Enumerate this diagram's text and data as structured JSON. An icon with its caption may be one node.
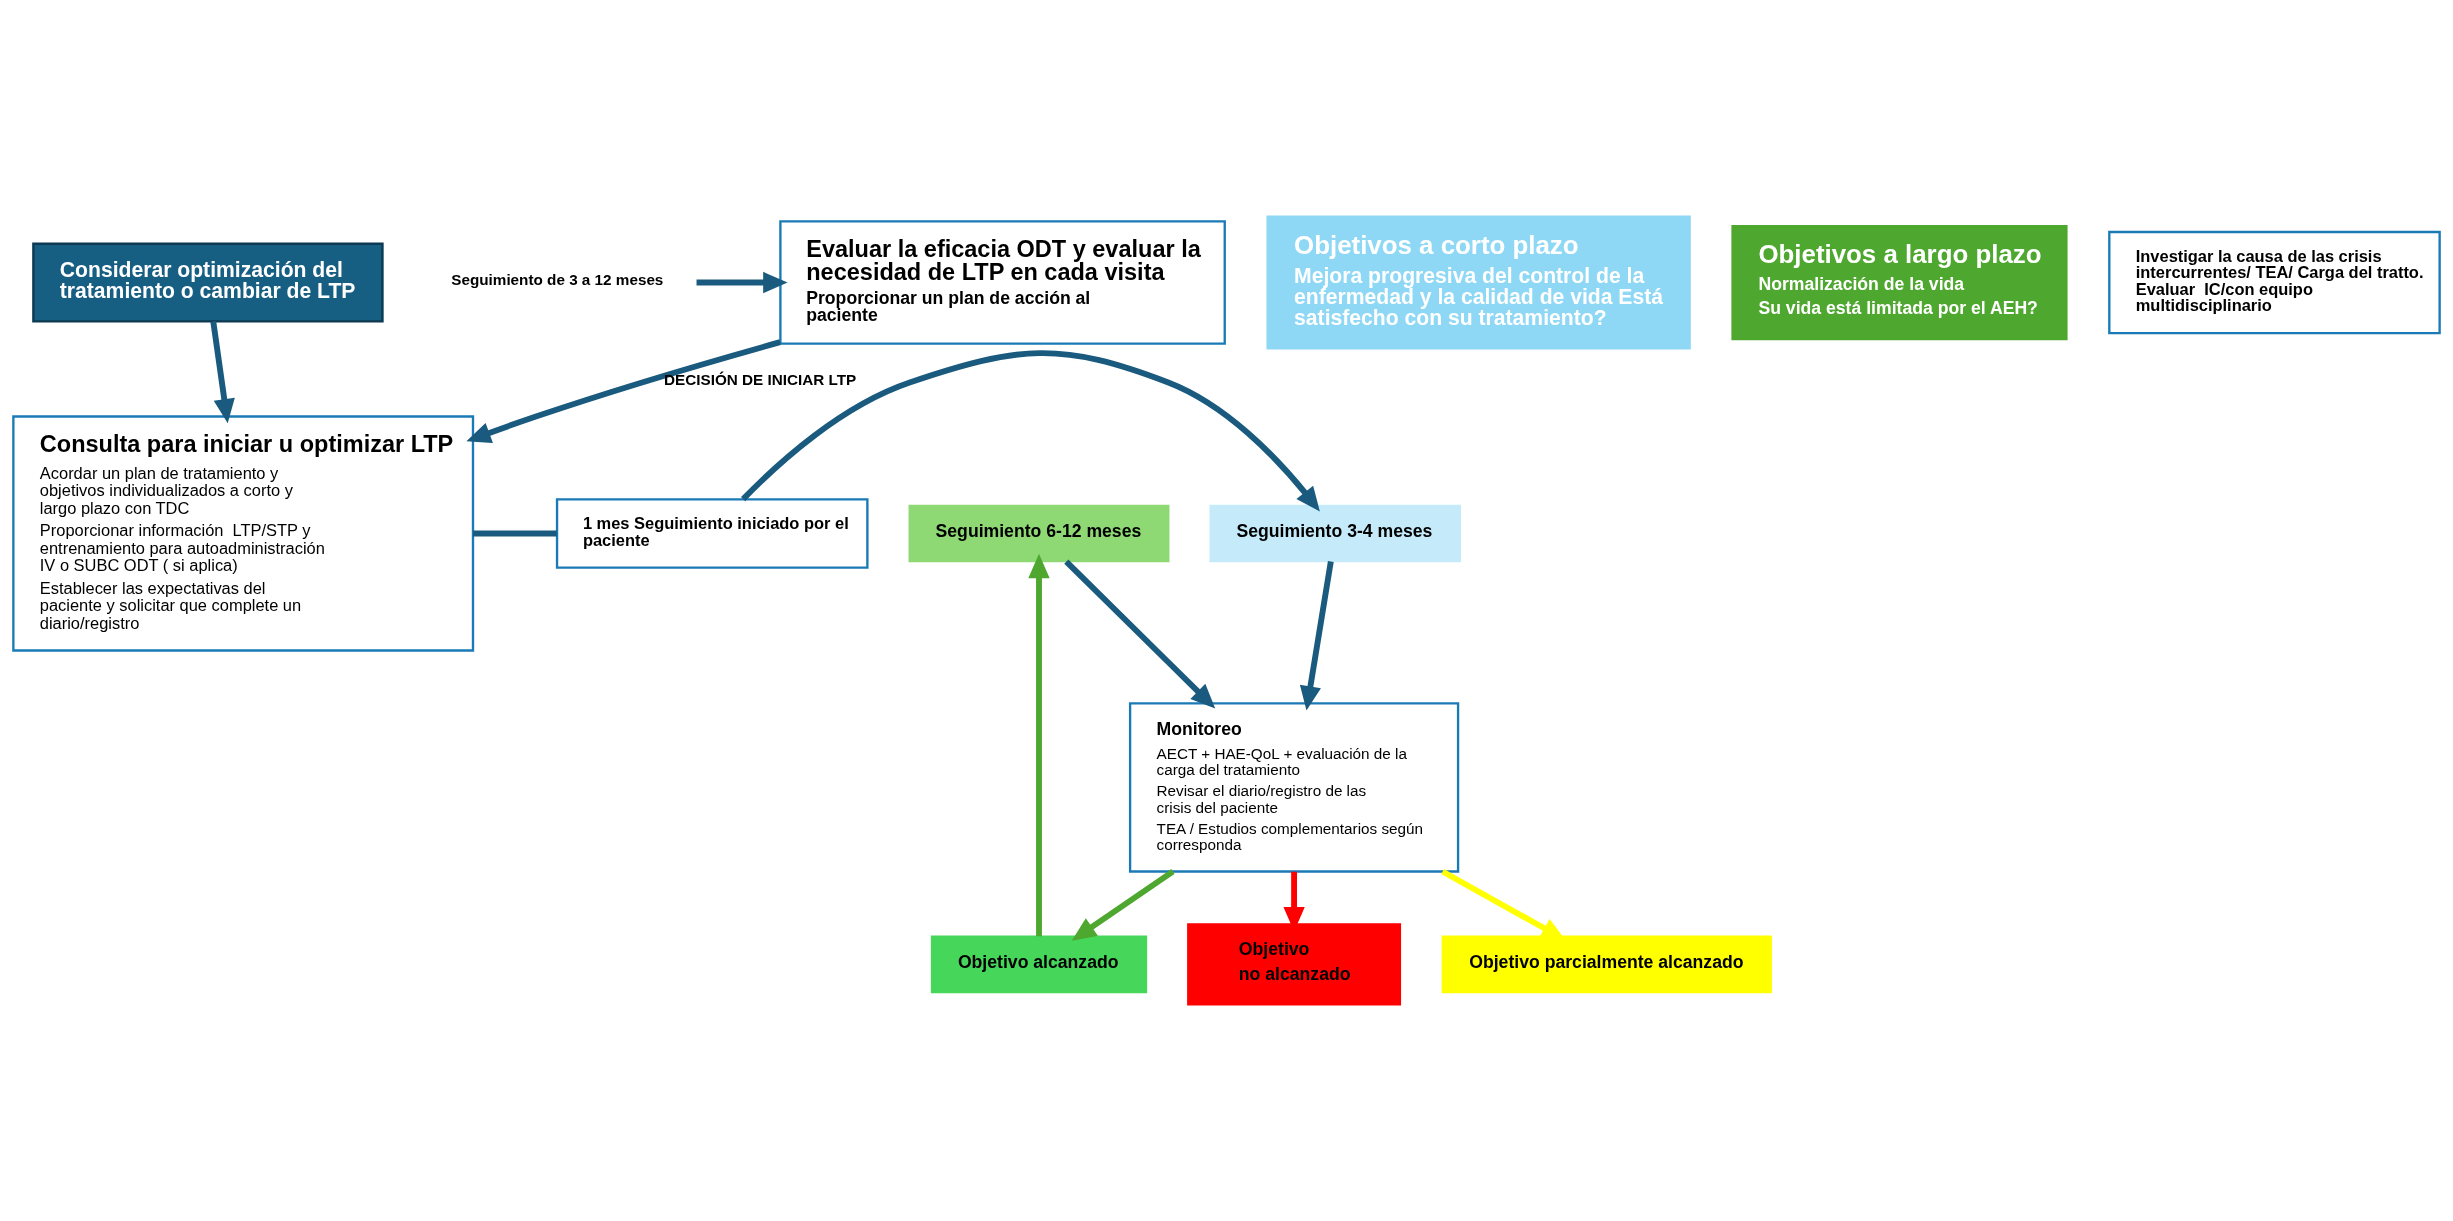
{
  "diagram": {
    "nodes": [
      {
        "text": [
          "Evaluar la eficacia ODT y evaluar la necesidad de LTP en cada visita",
          "Proporcionar un plan de acción al paciente"
        ]
      },
      {
        "text": [
          "Seguimiento de 3 a 12 meses"
        ]
      },
      {
        "text": [
          "Consulta para iniciar u optimizar LTP",
          "Acordar un plan de tratamiento y objetivos individualizados a corto y largo plazo con TDC",
          "Proporcionar información  LTP/STP y entrenamiento para autoadministración IV o SUBC ODT ( si aplica)",
          "Establecer las expectativas del paciente y solicitar que complete un diario/registro"
        ]
      },
      {
        "text": [
          "1 mes Seguimiento iniciado por el paciente"
        ]
      },
      {
        "text": [
          "Objetivos a corto plazo",
          "Mejora progresiva del control de la enfermedad y la calidad de vida Está satisfecho con su tratamiento?"
        ]
      },
      {
        "text": [
          "Seguimiento 3-4 meses"
        ]
      },
      {
        "text": [
          "Objetivos a largo plazo",
          "Normalización de la vida",
          "Su vida está limitada por el AEH?"
        ]
      },
      {
        "text": [
          "Seguimiento 6-12 meses"
        ]
      },
      {
        "text": [
          "Monitoreo",
          "AECT + HAE-QoL + evaluación de la carga del tratamiento",
          "Revisar el diario/registro de las crisis del paciente",
          "TEA / Estudios complementarios según corresponda"
        ]
      },
      {
        "text": [
          "Objetivo",
          "no alcanzado"
        ]
      },
      {
        "text": [
          "Objetivo parcialmente alcanzado"
        ]
      },
      {
        "text": [
          "Objetivo alcanzado"
        ]
      },
      {
        "text": [
          "Investigar la causa de las crisis intercurrentes/ TEA/ Carga del tratto. Evaluar  IC/con equipo multidisciplinario"
        ]
      },
      {
        "text": [
          "Considerar optimización del tratamiento o cambiar de LTP"
        ]
      }
    ],
    "edges": [
      {
        "from": 1,
        "to": 0,
        "arrow": "to"
      },
      {
        "from": 0,
        "to": 2,
        "arrow": "to",
        "label": "DECISIÓN DE INICIAR LTP"
      },
      {
        "from": 2,
        "to": 3,
        "arrow": "none"
      },
      {
        "from": 3,
        "to": 5,
        "arrow": "to"
      },
      {
        "from": 5,
        "to": 8,
        "arrow": "to"
      },
      {
        "from": 7,
        "to": 8,
        "arrow": "to"
      },
      {
        "from": 8,
        "to": 9,
        "arrow": "to",
        "color": "#ff0000"
      },
      {
        "from": 8,
        "to": 10,
        "arrow": "to",
        "color": "#ffff00"
      },
      {
        "from": 8,
        "to": 11,
        "arrow": "to",
        "color": "#4ea72e"
      },
      {
        "from": 11,
        "to": 7,
        "arrow": "to",
        "color": "#4ea72e"
      },
      {
        "from": 13,
        "to": 2,
        "arrow": "to"
      }
    ]
  }
}
